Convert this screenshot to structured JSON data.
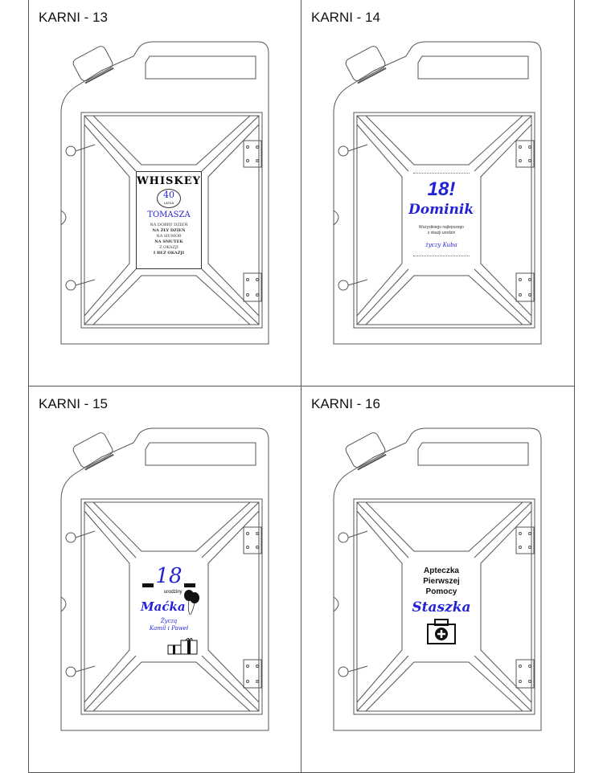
{
  "panels": [
    {
      "title": "KARNI - 13",
      "label": {
        "brand": "WHISKEY",
        "number": "40",
        "number_sub": "LATKA",
        "name": "TOMASZA",
        "lines": [
          "NA DOBRY DZIEŃ",
          "NA ZŁY DZIEŃ",
          "NA HUMOR",
          "NA SMUTEK",
          "Z OKAZJI",
          "I BEZ OKAZJI"
        ]
      }
    },
    {
      "title": "KARNI - 14",
      "label": {
        "number": "18!",
        "name": "Dominika",
        "wish_line1": "Wszystkiego najlepszego",
        "wish_line2": "z okazji urodzin",
        "from": "życzy Kuba"
      }
    },
    {
      "title": "KARNI - 15",
      "label": {
        "number": "18",
        "sub": "urodziny",
        "name": "Maćka",
        "from_line1": "Życzą",
        "from_line2": "Kamil i Paweł"
      }
    },
    {
      "title": "KARNI - 16",
      "label": {
        "line1": "Apteczka",
        "line2": "Pierwszej",
        "line3": "Pomocy",
        "name": "Staszka"
      }
    }
  ],
  "colors": {
    "accent": "#2323d6",
    "line": "#555555"
  }
}
